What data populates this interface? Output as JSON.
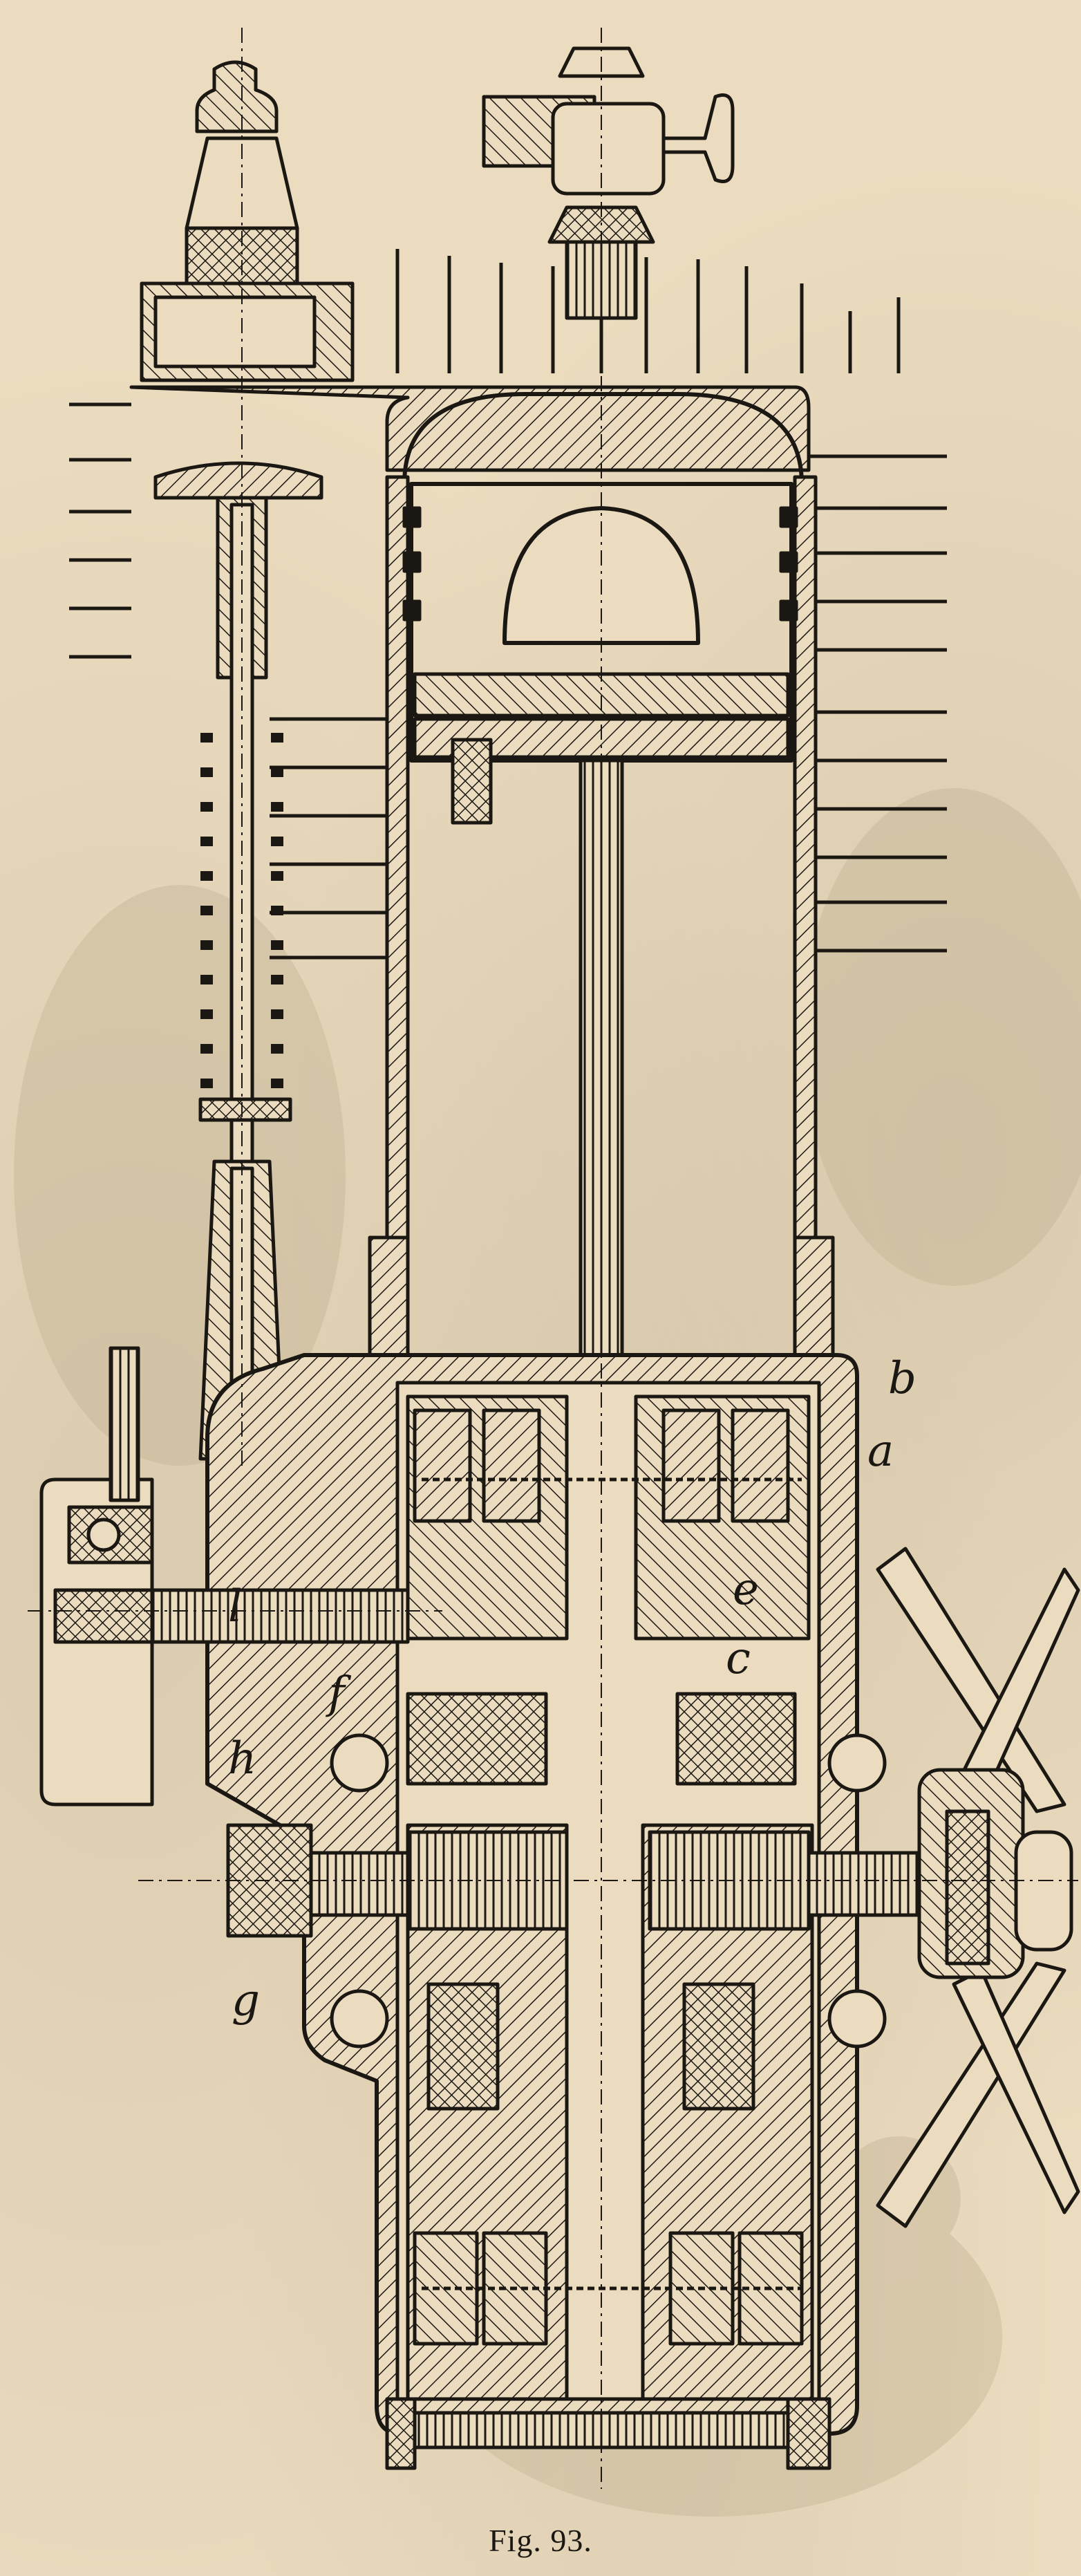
{
  "figure": {
    "caption": "Fig. 93.",
    "labels": {
      "b": "b",
      "a": "a",
      "e": "e",
      "c": "c",
      "l": "l",
      "f": "f",
      "h": "h",
      "g": "g"
    }
  },
  "colors": {
    "paper": "#ecdcbf",
    "ink": "#1b1712",
    "shadow": "#c6b597"
  }
}
